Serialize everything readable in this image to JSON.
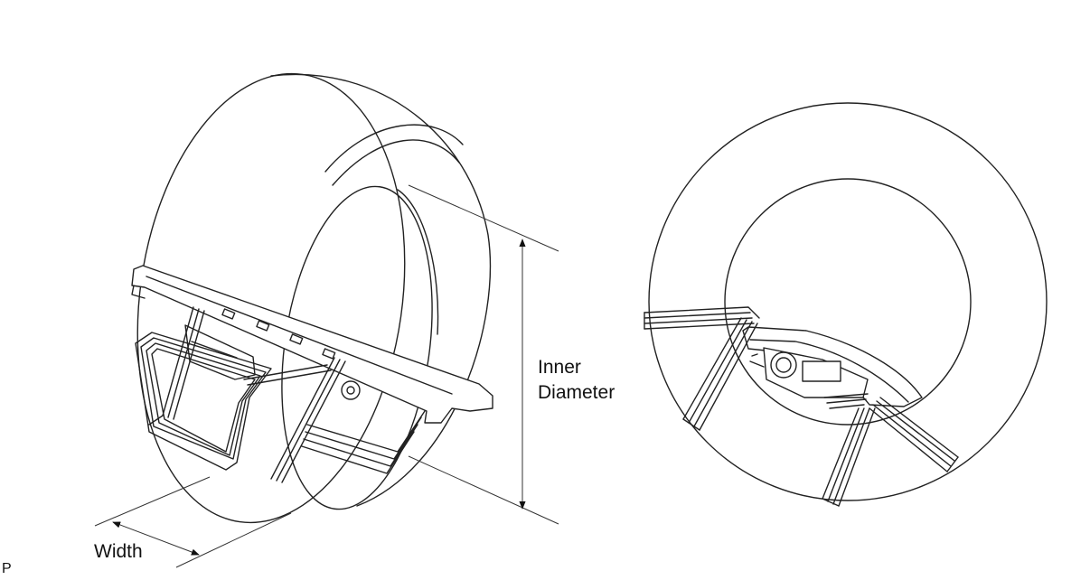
{
  "labels": {
    "inner_diameter_line1": "Inner",
    "inner_diameter_line2": "Diameter",
    "width": "Width",
    "corner_mark": "P"
  },
  "colors": {
    "line": "#222222",
    "background": "#ffffff"
  }
}
